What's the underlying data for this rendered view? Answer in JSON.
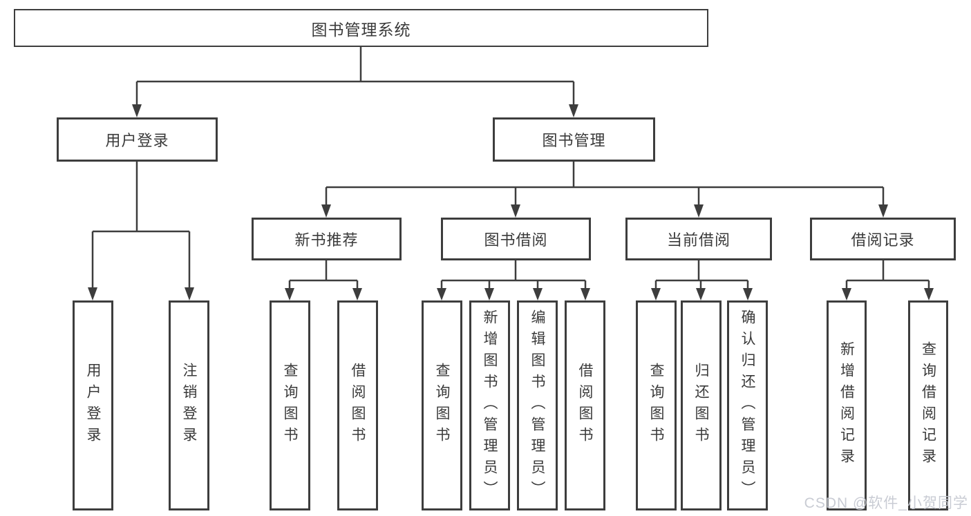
{
  "diagram": {
    "type": "hierarchy-tree",
    "tree": {
      "root": "图书管理系统",
      "children": [
        {
          "label": "用户登录",
          "children": [
            "用户登录",
            "注销登录"
          ]
        },
        {
          "label": "图书管理",
          "children": [
            {
              "label": "新书推荐",
              "children": [
                "查询图书",
                "借阅图书"
              ]
            },
            {
              "label": "图书借阅",
              "children": [
                "查询图书",
                "新增图书（管理员）",
                "编辑图书（管理员）",
                "借阅图书"
              ]
            },
            {
              "label": "当前借阅",
              "children": [
                "查询图书",
                "归还图书",
                "确认归还（管理员）"
              ]
            },
            {
              "label": "借阅记录",
              "children": [
                "新增借阅记录",
                "查询借阅记录"
              ]
            }
          ]
        }
      ]
    },
    "colors": {
      "line": "#3d3d3d",
      "box_border": "#3d3d3d",
      "text": "#3a3a3a",
      "background": "#ffffff",
      "watermark": "#c6c9d2"
    }
  },
  "watermark": {
    "text": "CSDN @软件_小贺同学"
  }
}
